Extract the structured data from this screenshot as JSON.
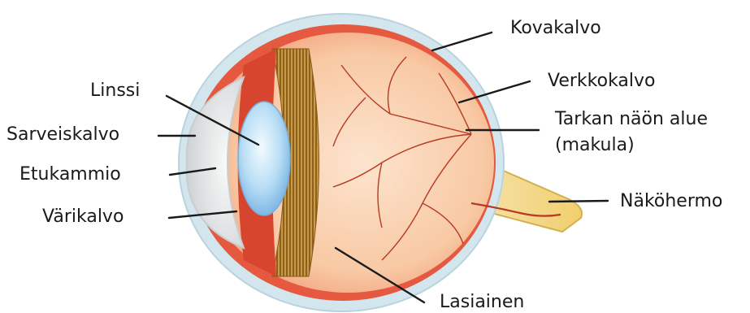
{
  "labels": {
    "kovakalvo": "Kovakalvo",
    "verkkokalvo": "Verkkokalvo",
    "makula_line1": "Tarkan näön alue",
    "makula_line2": "(makula)",
    "nakohermo": "Näköhermo",
    "lasiainen": "Lasiainen",
    "linssi": "Linssi",
    "sarveiskalvo": "Sarveiskalvo",
    "etukammio": "Etukammio",
    "varikalvo": "Värikalvo"
  },
  "colors": {
    "sclera": "#cfe4ec",
    "retina_outer": "#e3573f",
    "vitreous": "#f6c8a2",
    "lens": "#a8d4f2",
    "ciliary": "#b5822e",
    "nerve": "#f3d98a",
    "vessel": "#b83a22"
  }
}
